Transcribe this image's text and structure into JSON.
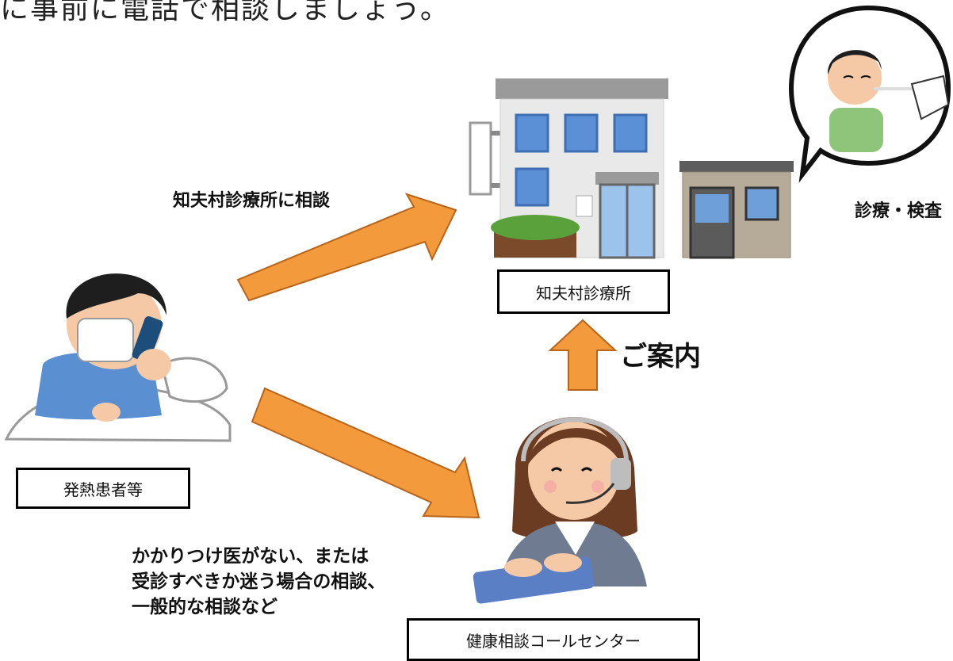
{
  "header": {
    "text": "に事前に電話で相談しましょう。"
  },
  "labels": {
    "arrow_top": "知夫村診療所に相談",
    "exam": "診療・検査",
    "guide": "ご案内",
    "arrow_bottom_lines": [
      "かかりつけ医がない、または",
      "受診すべきか迷う場合の相談、",
      "一般的な相談など"
    ]
  },
  "boxes": {
    "clinic": "知夫村診療所",
    "patient": "発熱患者等",
    "call_center": "健康相談コールセンター"
  },
  "colors": {
    "arrow_fill": "#f39a3c",
    "arrow_stroke": "#b8641b",
    "building_wall": "#e9e9e9",
    "window_blue": "#5b8fd6",
    "shirt_blue": "#5a8fd2",
    "shirt_green": "#8fc57a"
  },
  "icons": {
    "patient": "sick-person-phone-icon",
    "clinic": "clinic-building-icon",
    "operator": "call-center-operator-icon",
    "exam": "nasal-swab-test-icon"
  }
}
